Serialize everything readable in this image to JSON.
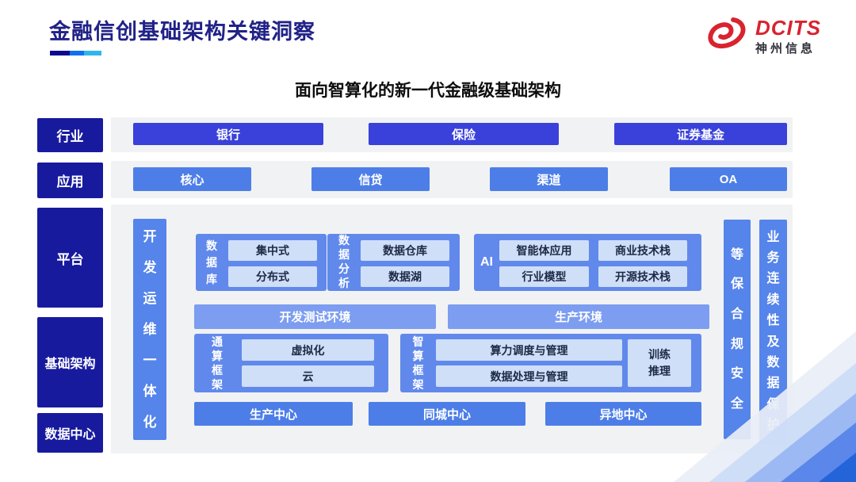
{
  "header": {
    "title": "金融信创基础架构关键洞察",
    "logo": {
      "brand": "DCITS",
      "company": "神州信息"
    }
  },
  "subtitle": "面向智算化的新一代金融级基础架构",
  "diagram": {
    "industry": {
      "label": "行业",
      "items": [
        "银行",
        "保险",
        "证券基金"
      ]
    },
    "application": {
      "label": "应用",
      "items": [
        "核心",
        "信贷",
        "渠道",
        "OA"
      ]
    },
    "platform": {
      "label": "平台",
      "devops_bar": "开发运维一体化",
      "groups": [
        {
          "name": "数据库",
          "items": [
            "集中式",
            "分布式"
          ]
        },
        {
          "name": "数据分析",
          "items": [
            "数据仓库",
            "数据湖"
          ]
        },
        {
          "name": "AI",
          "items": [
            "智能体应用",
            "商业技术栈",
            "行业模型",
            "开源技术栈"
          ]
        }
      ],
      "environments": [
        "开发测试环境",
        "生产环境"
      ]
    },
    "infrastructure": {
      "label": "基础架构",
      "frameworks": [
        {
          "name": "通算框架",
          "items": [
            "虚拟化",
            "云"
          ]
        },
        {
          "name": "智算框架",
          "items": [
            "算力调度与管理",
            "数据处理与管理"
          ],
          "side_item": "训练推理"
        }
      ]
    },
    "datacenter": {
      "label": "数据中心",
      "items": [
        "生产中心",
        "同城中心",
        "异地中心"
      ]
    },
    "security_bars": [
      "等保合规安全",
      "业务连续性及数据保护"
    ]
  },
  "colors": {
    "label_navy": "#181a9e",
    "industry_button": "#3a41da",
    "bright_button": "#4d7ee8",
    "group_blue": "#6189ec",
    "env_blue": "#7c9df0",
    "side_bar_blue": "#5584ea",
    "light_button_bg": "#cfdff8",
    "title_navy": "#212287",
    "accent_red": "#d9232e",
    "underline_segments": [
      "#0a0a91",
      "#1170ee",
      "#2fb7e9"
    ]
  }
}
